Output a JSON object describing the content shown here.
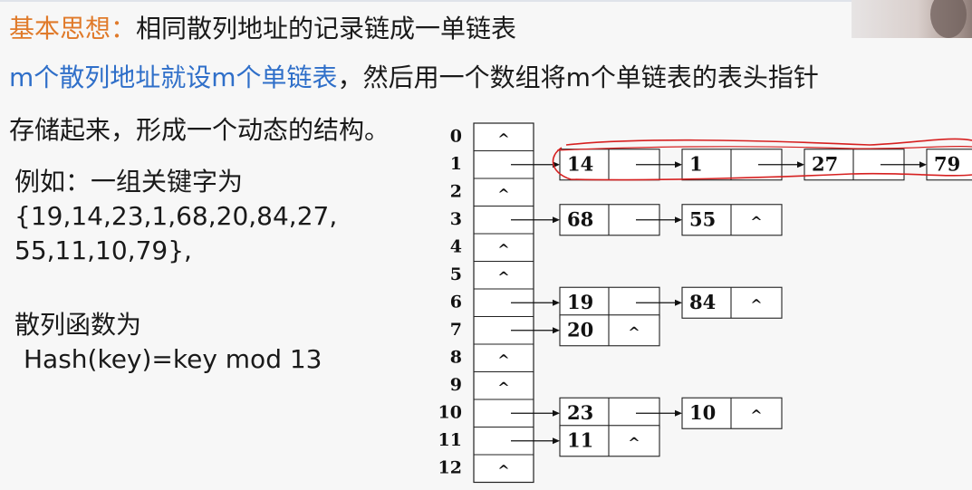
{
  "text": {
    "label_basic_idea": "基本思想：",
    "basic_idea_body": "相同散列地址的记录链成一单链表",
    "para_blue": "m个散列地址就设m个单链表",
    "para_rest": "，然后用一个数组将m个单链表的表头指针",
    "para_line3": "存储起来，形成一个动态的结构。",
    "example_intro": "例如：一组关键字为",
    "example_keys_line1": "{19,14,23,1,68,20,84,27,",
    "example_keys_line2": "55,11,10,79},",
    "hash_label": "散列函数为",
    "hash_formula": "Hash(key)=key mod 13"
  },
  "diagram": {
    "indices": [
      "0",
      "1",
      "2",
      "3",
      "4",
      "5",
      "6",
      "7",
      "8",
      "9",
      "10",
      "11",
      "12"
    ],
    "null_symbol": "^",
    "chains": {
      "1": [
        "14",
        "1",
        "27",
        "79"
      ],
      "3": [
        "68",
        "55"
      ],
      "6": [
        "19",
        "84"
      ],
      "7": [
        "20"
      ],
      "10": [
        "23",
        "10"
      ],
      "11": [
        "11"
      ]
    },
    "annotation_color": "#d62020"
  }
}
